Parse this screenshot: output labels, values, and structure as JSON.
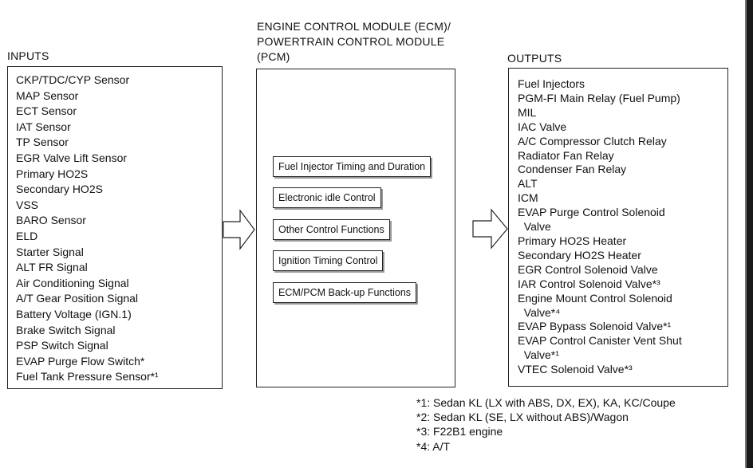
{
  "inputs": {
    "heading": "INPUTS",
    "items": [
      "CKP/TDC/CYP Sensor",
      "MAP Sensor",
      "ECT Sensor",
      "IAT Sensor",
      "TP Sensor",
      "EGR Valve Lift Sensor",
      "Primary HO2S",
      "Secondary HO2S",
      "VSS",
      "BARO Sensor",
      "ELD",
      "Starter Signal",
      "ALT FR Signal",
      "Air Conditioning Signal",
      "A/T Gear Position Signal",
      "Battery Voltage (IGN.1)",
      "Brake Switch Signal",
      "PSP Switch Signal",
      "EVAP Purge Flow Switch*",
      "Fuel Tank Pressure Sensor*¹"
    ]
  },
  "ecm": {
    "heading_line1": "ENGINE CONTROL MODULE (ECM)/",
    "heading_line2": "POWERTRAIN CONTROL MODULE",
    "heading_line3": "(PCM)",
    "functions": [
      "Fuel Injector Timing and Duration",
      "Electronic idle Control",
      "Other Control Functions",
      "Ignition Timing Control",
      "ECM/PCM Back-up Functions"
    ]
  },
  "outputs": {
    "heading": "OUTPUTS",
    "items": [
      "Fuel Injectors",
      "PGM-FI Main Relay (Fuel Pump)",
      "MIL",
      "IAC Valve",
      "A/C Compressor Clutch Relay",
      "Radiator Fan Relay",
      "Condenser Fan Relay",
      "ALT",
      "ICM",
      "EVAP Purge Control Solenoid",
      "  Valve",
      "Primary HO2S Heater",
      "Secondary HO2S Heater",
      "EGR Control Solenoid Valve",
      "IAR Control Solenoid Valve*³",
      "Engine Mount Control Solenoid",
      "  Valve*⁴",
      "EVAP Bypass Solenoid Valve*¹",
      "EVAP Control Canister Vent Shut",
      "  Valve*¹",
      "VTEC Solenoid Valve*³"
    ]
  },
  "footnotes": [
    "*1: Sedan KL (LX with ABS, DX, EX), KA, KC/Coupe",
    "*2: Sedan KL (SE, LX without ABS)/Wagon",
    "*3: F22B1 engine",
    "*4: A/T"
  ]
}
